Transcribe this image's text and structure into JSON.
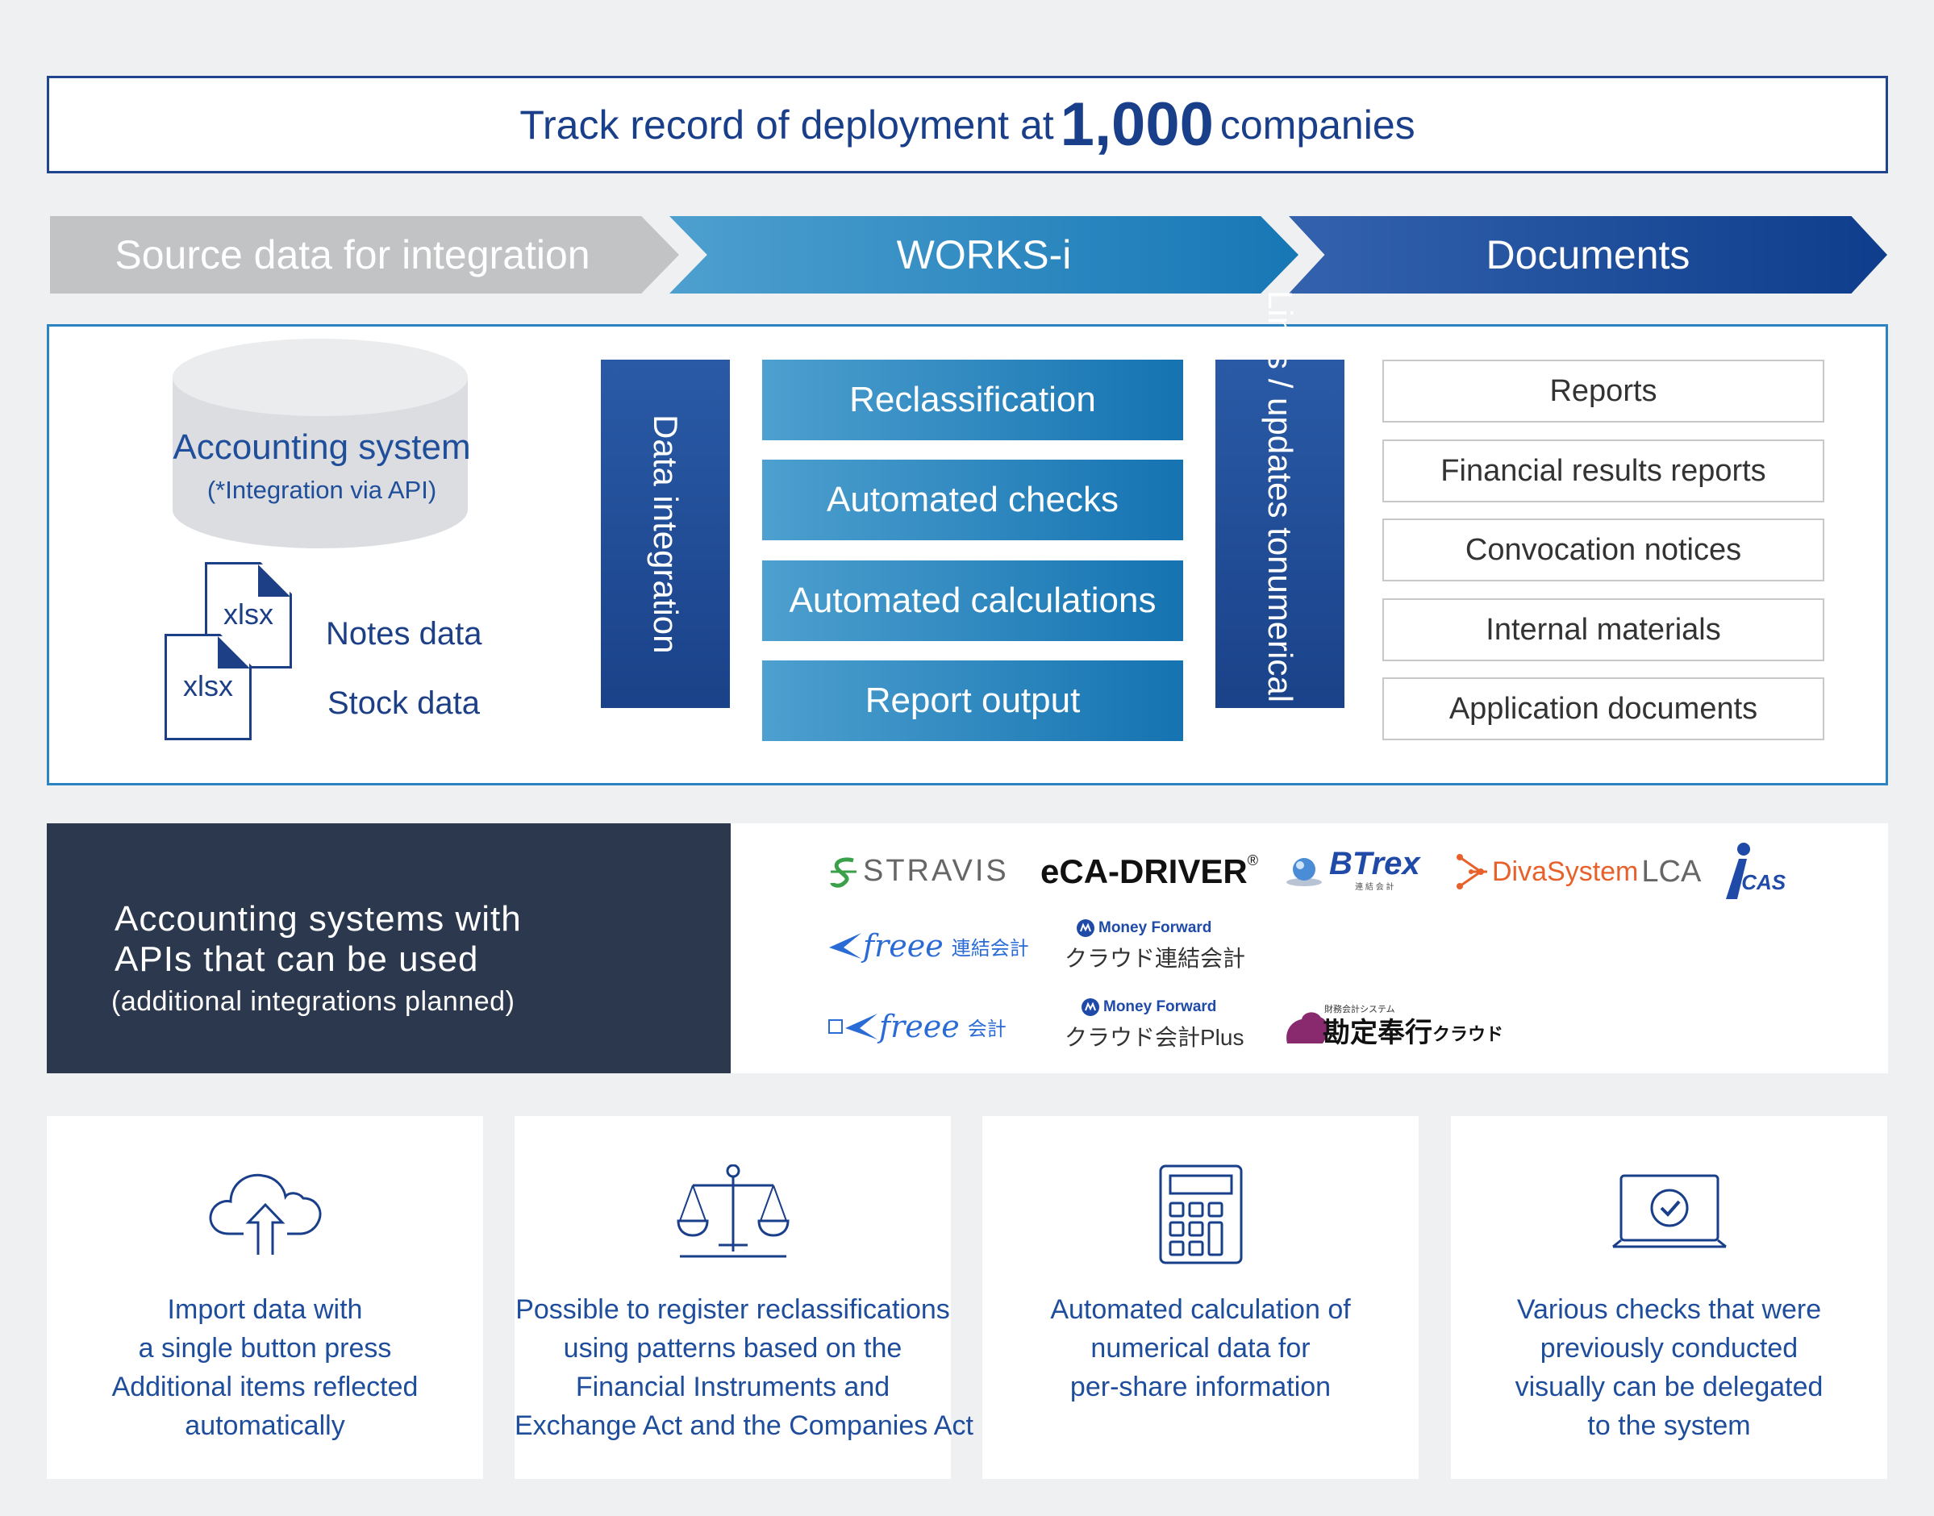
{
  "headline": {
    "prefix": "Track record of deployment at",
    "number": "1,000",
    "suffix": "companies"
  },
  "flow": {
    "source": "Source data for integration",
    "works": "WORKS-i",
    "documents": "Documents"
  },
  "source": {
    "accounting_title": "Accounting system",
    "accounting_sub": "(*Integration via API)",
    "file_label": "xlsx",
    "notes": "Notes data",
    "stock": "Stock data"
  },
  "data_integration": "Data integration",
  "functions": [
    "Reclassification",
    "Automated checks",
    "Automated calculations",
    "Report output"
  ],
  "links": {
    "line1": "Links / updates to",
    "line2": "numerical data"
  },
  "documents": [
    "Reports",
    "Financial results reports",
    "Convocation notices",
    "Internal materials",
    "Application documents"
  ],
  "api": {
    "line1": "Accounting systems with",
    "line2": "APIs that can be used",
    "line3": "(additional integrations planned)",
    "logos": {
      "stravis": "STRAVIS",
      "ecadriver": "eCA-DRIVER",
      "ecadriver_reg": "®",
      "btrex": "BTrex",
      "btrex_sub": "連 結 会 計",
      "diva": "DivaSystem",
      "diva_lca": "LCA",
      "icas": "iCAS",
      "freee": "freee",
      "freee_renketsu": "連結会計",
      "freee_kaikei": "会計",
      "mf_brand": "Money Forward",
      "mf_renketsu": "クラウド連結会計",
      "mf_plus": "クラウド会計Plus",
      "kanjo_small": "財務会計システム",
      "kanjo": "勘定奉行",
      "kanjo_cloud": "クラウド"
    }
  },
  "features": [
    {
      "icon": "cloud-upload-icon",
      "lines": [
        "Import data with",
        "a single button press",
        "Additional items reflected",
        "automatically"
      ]
    },
    {
      "icon": "scales-icon",
      "lines": [
        "Possible to register reclassifications",
        "using patterns based on the",
        "Financial Instruments and",
        "Exchange Act and the Companies Act"
      ]
    },
    {
      "icon": "calculator-icon",
      "lines": [
        "Automated calculation of",
        "numerical data for",
        "per-share information"
      ]
    },
    {
      "icon": "laptop-check-icon",
      "lines": [
        "Various checks that were",
        "previously conducted",
        "visually can be delegated",
        "to the system"
      ]
    }
  ],
  "colors": {
    "navy": "#1a3f8a",
    "blue_gradient_start": "#4da0cf",
    "blue_gradient_end": "#1573b1",
    "dark_panel": "#2b384e",
    "gray_chevron": "#c2c3c5"
  }
}
